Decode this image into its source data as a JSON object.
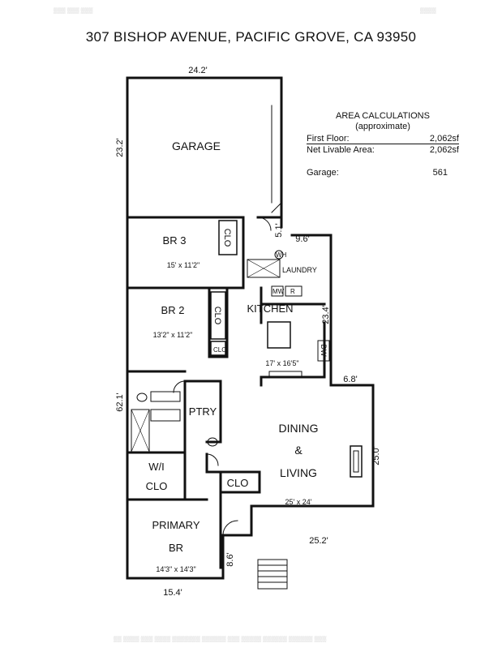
{
  "header": {
    "title": "307 BISHOP AVENUE, PACIFIC GROVE, CA  93950"
  },
  "area_calculations": {
    "title": "AREA CALCULATIONS",
    "subtitle": "(approximate)",
    "rows": [
      {
        "label": "First  Floor:",
        "value": "2,062sf"
      },
      {
        "label": "Net Livable Area:",
        "value": "2,062sf"
      },
      {
        "label": "Garage:",
        "value": "561"
      }
    ]
  },
  "rooms": {
    "garage": "GARAGE",
    "br3": "BR 3",
    "br3_size": "15' x 11'2\"",
    "br2": "BR 2",
    "br2_size": "13'2\" x 11'2\"",
    "kitchen": "KITCHEN",
    "kitchen_size": "17' x 16'5\"",
    "laundry": "LAUNDRY",
    "pantry": "PTRY",
    "dining": "DINING",
    "amp": "&",
    "living": "LIVING",
    "dining_size": "25' x 24'",
    "wic_1": "W/I",
    "wic_2": "CLO",
    "primary_1": "PRIMARY",
    "primary_2": "BR",
    "primary_size": "14'3\" x 14'3\"",
    "clo": "CLO",
    "mw": "MW",
    "r": "R",
    "dw": "DW",
    "wh": "WH"
  },
  "dimensions": {
    "top_width": "24.2'",
    "garage_depth": "23.2'",
    "entry": "5.1'",
    "laundry_width": "9.6'",
    "kitchen_depth": "23.4'",
    "kitchen_step": "6.8'",
    "overall_depth": "62.1'",
    "living_depth": "25.0'",
    "living_width": "25.2'",
    "porch": "8.6'",
    "bottom_width": "15.4'"
  }
}
